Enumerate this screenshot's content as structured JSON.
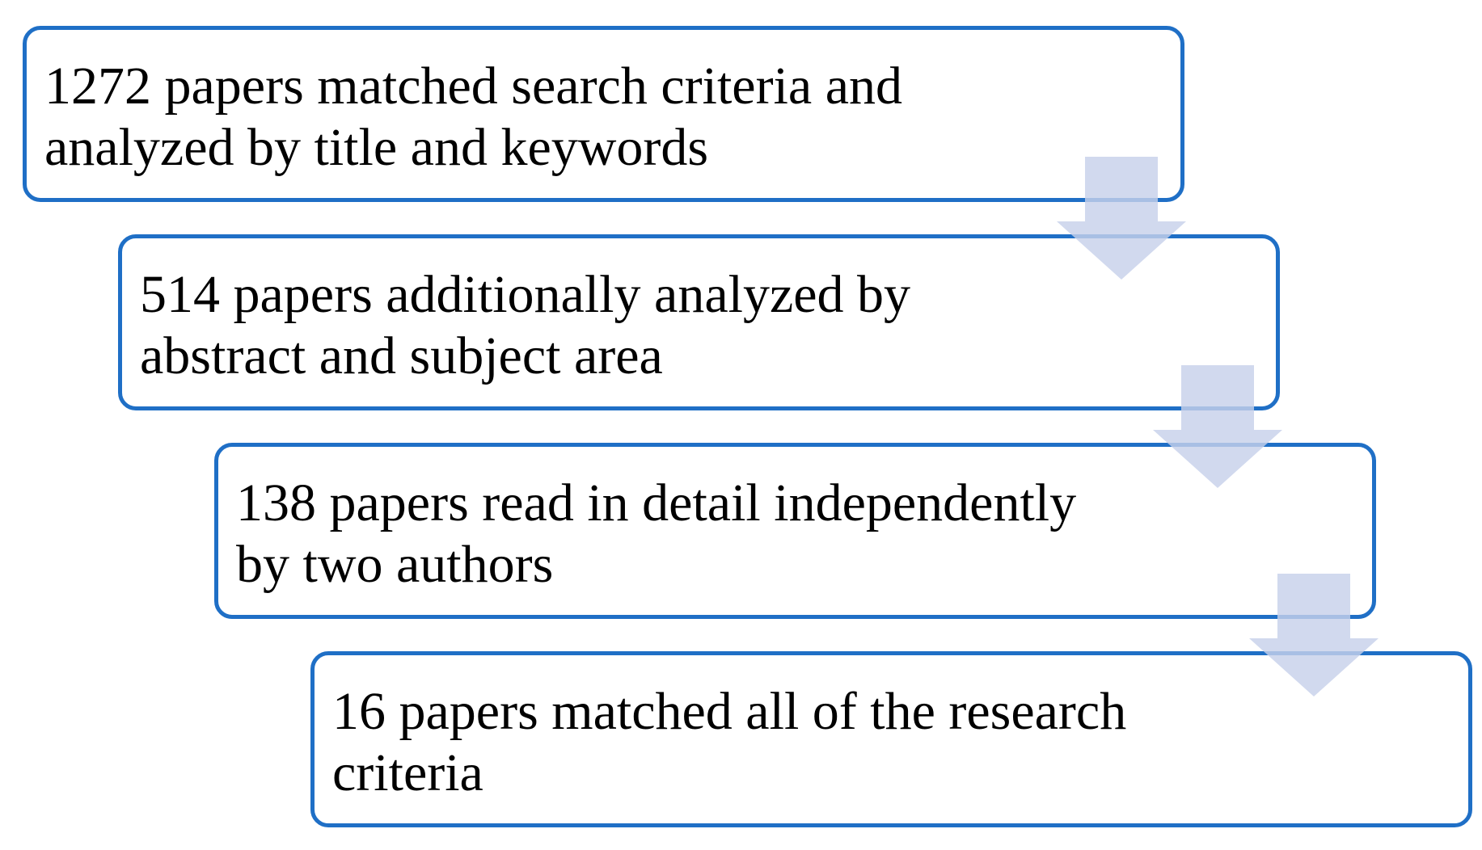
{
  "steps": [
    {
      "line1": "1272 papers matched search criteria and",
      "line2": "analyzed by title and keywords"
    },
    {
      "line1": "514 papers additionally analyzed by",
      "line2": "abstract and subject area"
    },
    {
      "line1": "138 papers read in detail independently",
      "line2": "by two authors"
    },
    {
      "line1": "16 papers matched all of the research",
      "line2": "criteria"
    }
  ],
  "colors": {
    "box_border": "#1f6fc6",
    "arrow_fill": "#c7d1ea"
  }
}
